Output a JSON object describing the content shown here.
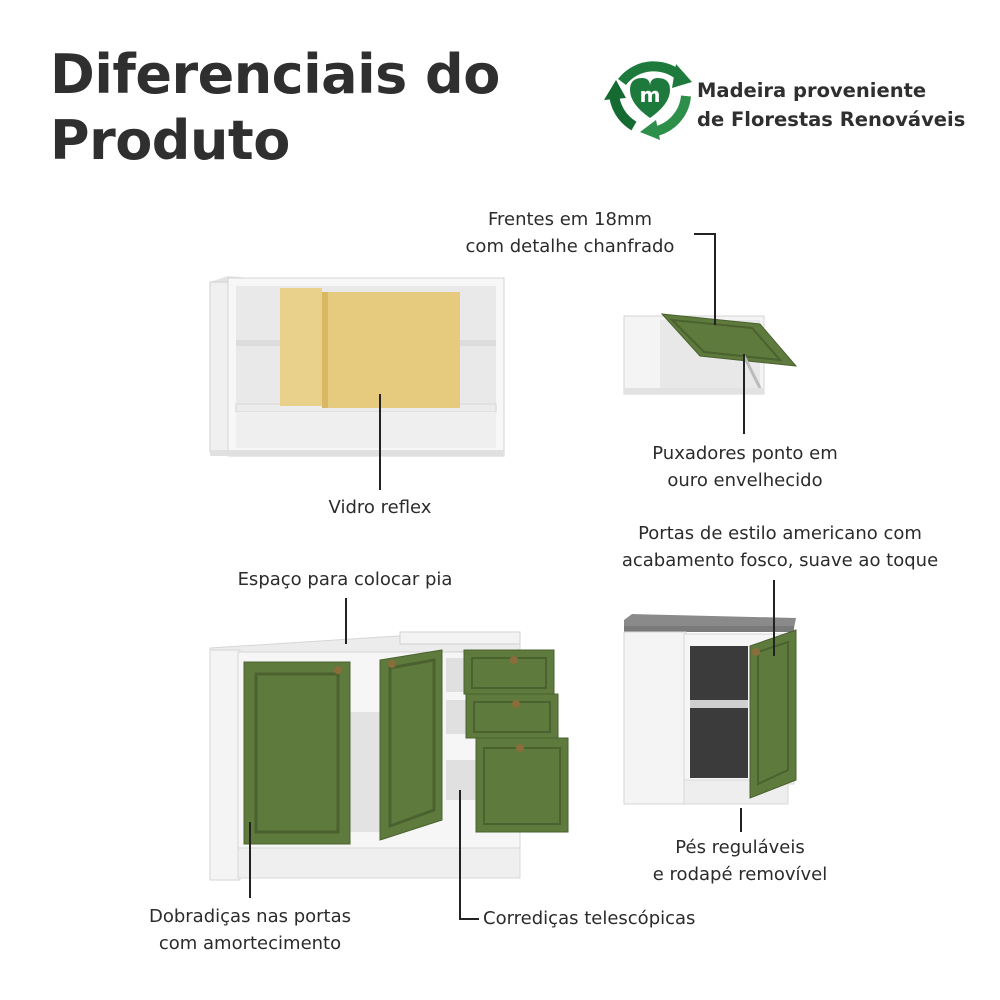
{
  "heading": {
    "line1": "Diferenciais do",
    "line2": "Produto"
  },
  "badge": {
    "icon": "recycle-logo-icon",
    "logo_letter": "m",
    "brand_color": "#1e7a3c",
    "line1": "Madeira proveniente",
    "line2": "de Florestas Renováveis"
  },
  "colors": {
    "door_green": "#5f7a3d",
    "cabinet_white": "#f2f2f2",
    "glass_amber": "#e6c878",
    "countertop_gray": "#8a8a8a"
  },
  "callouts": {
    "fronts": {
      "line1": "Frentes em 18mm",
      "line2": "com detalhe chanfrado"
    },
    "glass": {
      "line1": "Vidro reflex"
    },
    "handles": {
      "line1": "Puxadores ponto em",
      "line2": "ouro envelhecido"
    },
    "doors": {
      "line1": "Portas de estilo americano com",
      "line2": "acabamento fosco, suave ao toque"
    },
    "sink": {
      "line1": "Espaço para colocar pia"
    },
    "feet": {
      "line1": "Pés reguláveis",
      "line2": "e rodapé removível"
    },
    "hinges": {
      "line1": "Dobradiças nas portas",
      "line2": "com amortecimento"
    },
    "slides": {
      "line1": "Corrediças telescópicas"
    }
  }
}
